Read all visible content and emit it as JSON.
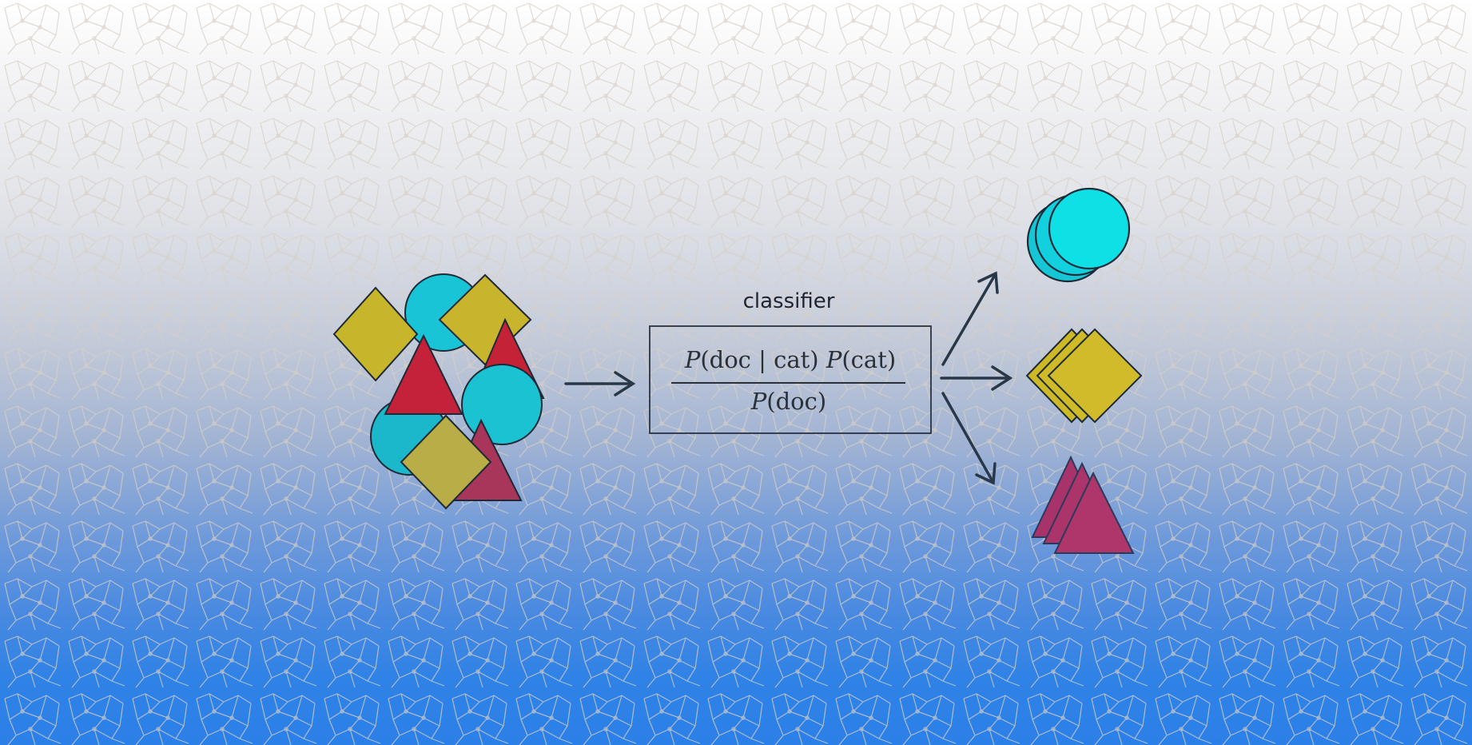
{
  "classifier_label": "classifier",
  "formula": {
    "numerator": [
      "P",
      "(doc | cat) ",
      "P",
      "(cat)"
    ],
    "denominator": [
      "P",
      "(doc)"
    ]
  },
  "colors": {
    "circle": "#19c8d8",
    "diamond": "#cdb82a",
    "triangle": "#c62238",
    "triangle_output": "#a8346a",
    "arrow": "#283848",
    "outline": "#1e2a36"
  }
}
